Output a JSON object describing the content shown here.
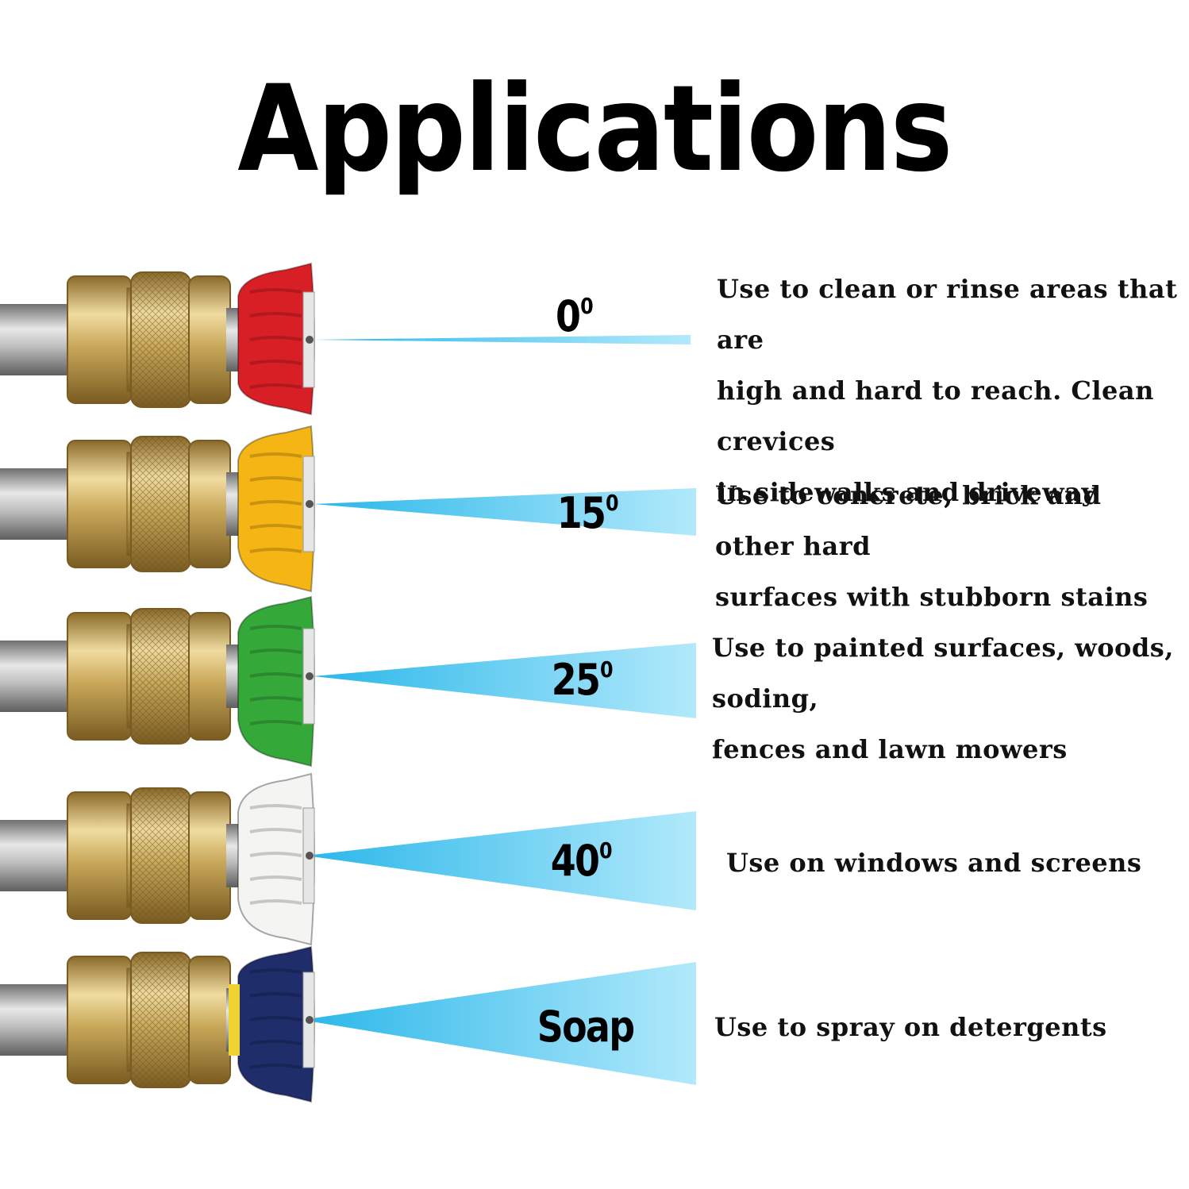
{
  "title": "Applications",
  "colors": {
    "spray": "#3ec5ef",
    "brass": "#c9a85a",
    "steel": "#a9a9a9"
  },
  "nozzles": [
    {
      "angle": "0",
      "degree_sign": "0",
      "tip_color": "#d91f26",
      "description_lines": [
        "Use to clean or rinse areas that are",
        "high and hard to reach. Clean crevices",
        "in sidewalks and driveway"
      ]
    },
    {
      "angle": "15",
      "degree_sign": "0",
      "tip_color": "#f5b515",
      "description_lines": [
        "Use to concrete, brick and other hard",
        "surfaces with stubborn stains"
      ]
    },
    {
      "angle": "25",
      "degree_sign": "0",
      "tip_color": "#35a83a",
      "description_lines": [
        "Use to painted surfaces, woods, soding,",
        "fences and lawn mowers"
      ]
    },
    {
      "angle": "40",
      "degree_sign": "0",
      "tip_color": "#f4f4f2",
      "description_lines": [
        "Use on windows and screens"
      ]
    },
    {
      "angle": "Soap",
      "degree_sign": "",
      "tip_color": "#1f2d6b",
      "description_lines": [
        "Use to spray on detergents"
      ]
    }
  ]
}
